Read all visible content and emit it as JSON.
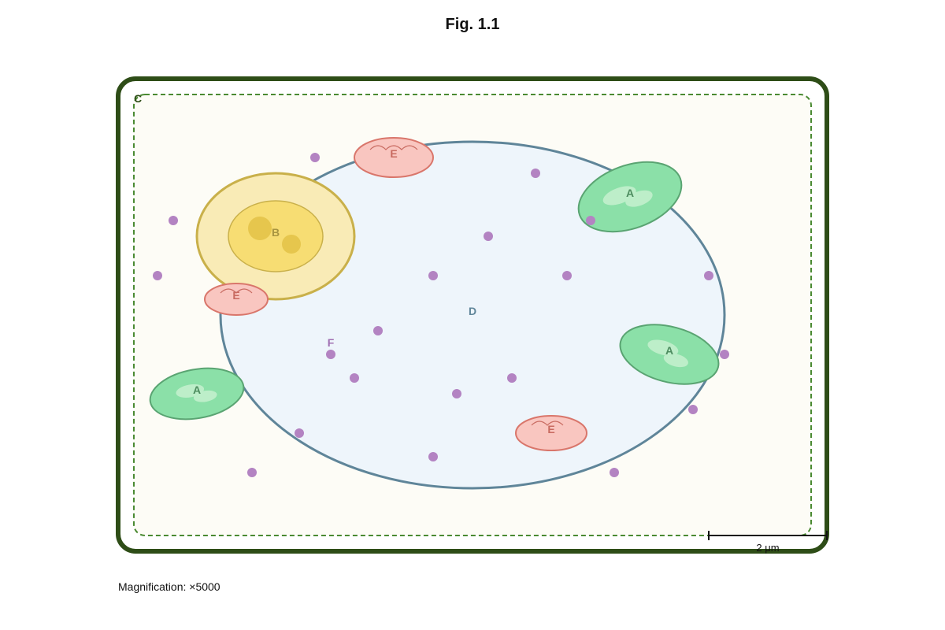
{
  "figure": {
    "title": "Fig. 1.1",
    "magnification": "Magnification: ×5000",
    "scale_bar": "2 μm"
  },
  "labels": {
    "A": "A",
    "B": "B",
    "C": "C",
    "D": "D",
    "E": "E",
    "F": "F"
  },
  "colors": {
    "cell_wall": "#2e4d17",
    "cytoplasm": "#fdfcf6",
    "membrane": "#4a8a32",
    "vacuole_fill": "#eef5fb",
    "vacuole_stroke": "#5f8599",
    "nucleus_outer": "#f9ebb6",
    "nucleus_inner": "#f7dd73",
    "nucleus_stroke": "#c9b04a",
    "nucleolus": "#e6c64d",
    "chloroplast_fill": "#8be0a8",
    "chloroplast_stroke": "#5aa472",
    "mitochondrion_fill": "#f9c6c0",
    "mitochondrion_stroke": "#d9766b",
    "ribosome": "#b383c2"
  }
}
